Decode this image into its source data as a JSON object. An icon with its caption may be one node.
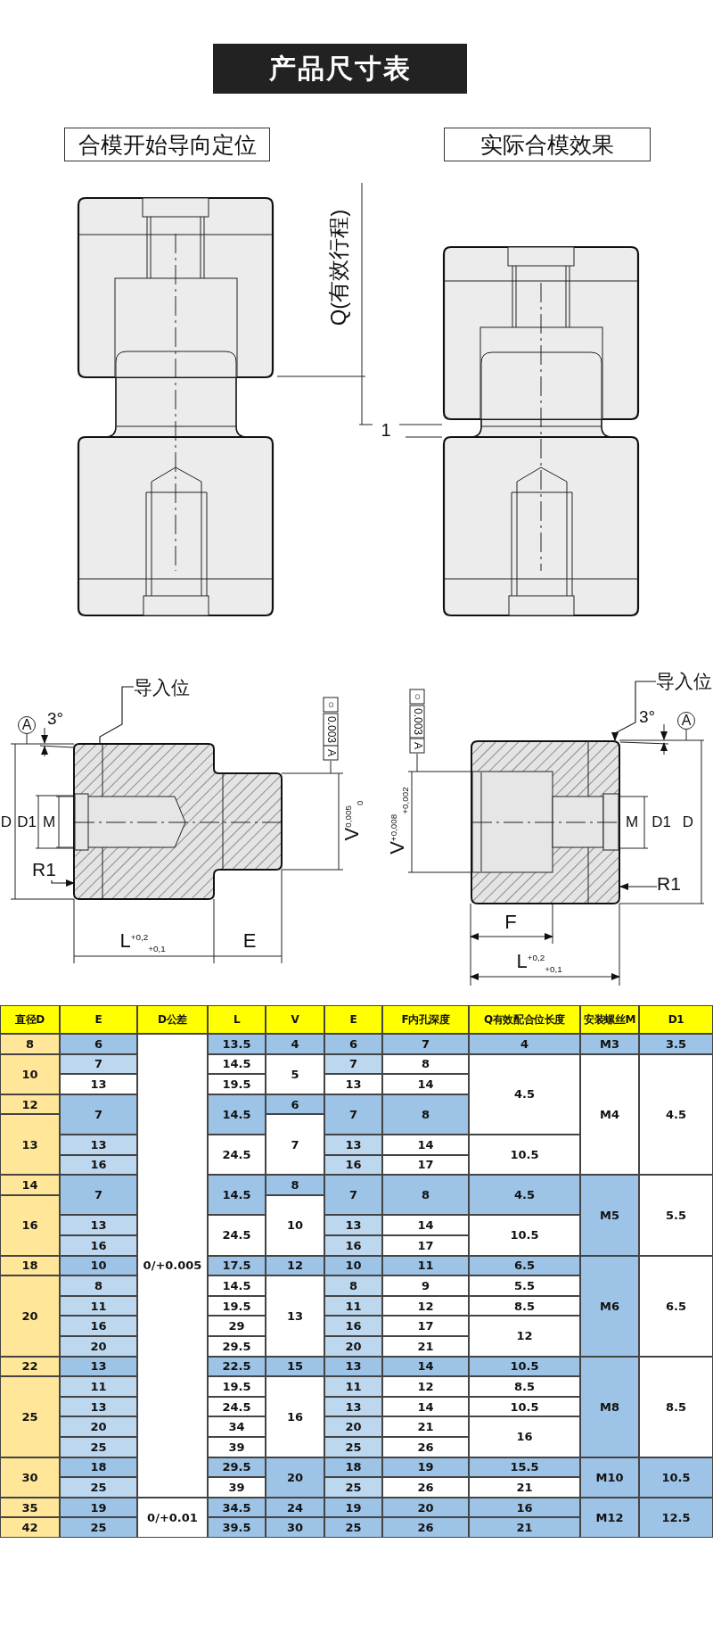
{
  "diagram": {
    "title": "产品尺寸表",
    "nodes": [
      {
        "text": [
          "合模开始导向定位"
        ]
      },
      {
        "text": [
          "实际合模效果"
        ]
      },
      {
        "text": [
          "导入位"
        ]
      },
      {
        "text": [],
        "shape": "picture"
      },
      {
        "text": [
          "导入位"
        ]
      },
      {
        "text": [],
        "shape": "picture"
      },
      {
        "text": [
          "R1"
        ]
      },
      {
        "text": [
          "R1"
        ]
      }
    ],
    "edges": [
      {
        "from": 2,
        "to": 3,
        "arrow": "none"
      },
      {
        "from": 4,
        "to": 5,
        "arrow": "to"
      },
      {
        "from": 6,
        "to": 3,
        "arrow": "to"
      },
      {
        "from": 7,
        "to": 5,
        "arrow": "to"
      }
    ],
    "labels": [
      "Q(有效行程)",
      "1",
      "A",
      "3°",
      "○",
      "0.003",
      "A",
      "D",
      "D1",
      "M",
      "V$^{0,005}$$_{0}$",
      "L$^{+0,2}$$_{+0,1}$",
      "E",
      "○",
      "0.003",
      "A",
      "3°",
      "A",
      "V$^{+0,008}$$_{+0,002}$",
      "M",
      "D1",
      "D",
      "F",
      "L$^{+0,2}$$_{+0,1}$",
      "直径D",
      "E",
      "D公差",
      "L",
      "V",
      "E",
      "F内孔深度",
      "Q有效配合位长度",
      "安装螺丝M",
      "D1",
      "8",
      "6",
      "0/+0.005",
      "13.5",
      "4",
      "6",
      "7",
      "4",
      "M3",
      "3.5",
      "10",
      "7",
      "14.5",
      "5",
      "7",
      "8",
      "4.5",
      "M4",
      "4.5",
      "13",
      "19.5",
      "13",
      "14",
      "12",
      "7",
      "14.5",
      "6",
      "7",
      "8",
      "13",
      "13",
      "24.5",
      "7",
      "13",
      "14",
      "10.5",
      "16",
      "16",
      "17",
      "14",
      "7",
      "14.5",
      "8",
      "7",
      "8",
      "4.5",
      "M5",
      "5.5",
      "16",
      "13",
      "24.5",
      "10",
      "13",
      "14",
      "10.5",
      "16",
      "16",
      "17",
      "18",
      "10",
      "17.5",
      "12",
      "10",
      "11",
      "6.5",
      "M6",
      "6.5",
      "20",
      "8",
      "14.5",
      "13",
      "8",
      "9",
      "5.5",
      "11",
      "19.5",
      "11",
      "12",
      "8.5",
      "16",
      "29",
      "16",
      "17",
      "12",
      "20",
      "29.5",
      "20",
      "21",
      "22",
      "13",
      "22.5",
      "15",
      "13",
      "14",
      "10.5",
      "M8",
      "8.5",
      "25",
      "11",
      "19.5",
      "16",
      "11",
      "12",
      "8.5",
      "13",
      "24.5",
      "13",
      "14",
      "10.5",
      "20",
      "34",
      "20",
      "21",
      "16",
      "25",
      "39",
      "25",
      "26",
      "30",
      "18",
      "29.5",
      "20",
      "18",
      "19",
      "15.5",
      "M10",
      "10.5",
      "25",
      "39",
      "25",
      "26",
      "21",
      "35",
      "19",
      "0/+0.01",
      "34.5",
      "24",
      "19",
      "20",
      "16",
      "M12",
      "12.5",
      "42",
      "25",
      "39.5",
      "30",
      "25",
      "26",
      "21"
    ]
  }
}
